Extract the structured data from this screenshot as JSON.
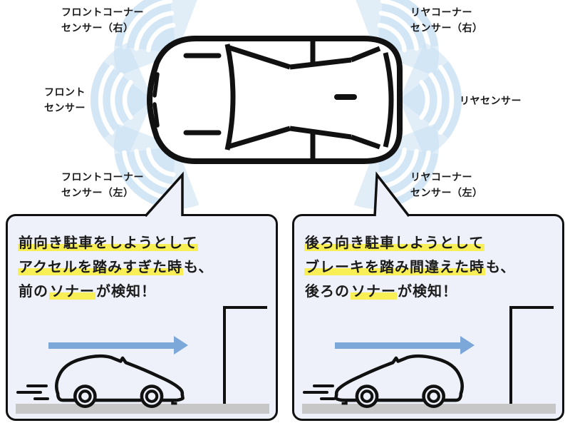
{
  "diagram": {
    "labels": {
      "front_corner_right": "フロントコーナー\nセンサー（右）",
      "rear_corner_right": "リヤコーナー\nセンサー（右）",
      "front": "フロント\nセンサー",
      "rear": "リヤセンサー",
      "front_corner_left": "フロントコーナー\nセンサー（左）",
      "rear_corner_left": "リヤコーナー\nセンサー（左）"
    }
  },
  "callouts": [
    {
      "id": "front-sonar",
      "lines": [
        {
          "parts": [
            {
              "text": "前向き駐車をしようとして",
              "hl": true
            }
          ]
        },
        {
          "parts": [
            {
              "text": "アクセルを踏みすぎた時",
              "hl": true
            },
            {
              "text": "も、",
              "hl": false
            }
          ]
        },
        {
          "parts": [
            {
              "text": "前の",
              "hl": false
            },
            {
              "text": "ソナー",
              "hl": true
            },
            {
              "text": "が検知！",
              "hl": false
            }
          ]
        }
      ]
    },
    {
      "id": "rear-sonar",
      "lines": [
        {
          "parts": [
            {
              "text": "後ろ向き駐車しようとして",
              "hl": true
            }
          ]
        },
        {
          "parts": [
            {
              "text": "ブレーキを踏み間違えた時",
              "hl": true
            },
            {
              "text": "も、",
              "hl": false
            }
          ]
        },
        {
          "parts": [
            {
              "text": "後ろの",
              "hl": false
            },
            {
              "text": "ソナー",
              "hl": true
            },
            {
              "text": "が検知！",
              "hl": false
            }
          ]
        }
      ]
    }
  ],
  "colors": {
    "highlight": "#F8EE56",
    "arrow": "#7BA8D9",
    "wave": "#C9E0F2",
    "callout_bg": "#EEF1FA",
    "ground": "#C7C7C7",
    "line": "#111111"
  }
}
